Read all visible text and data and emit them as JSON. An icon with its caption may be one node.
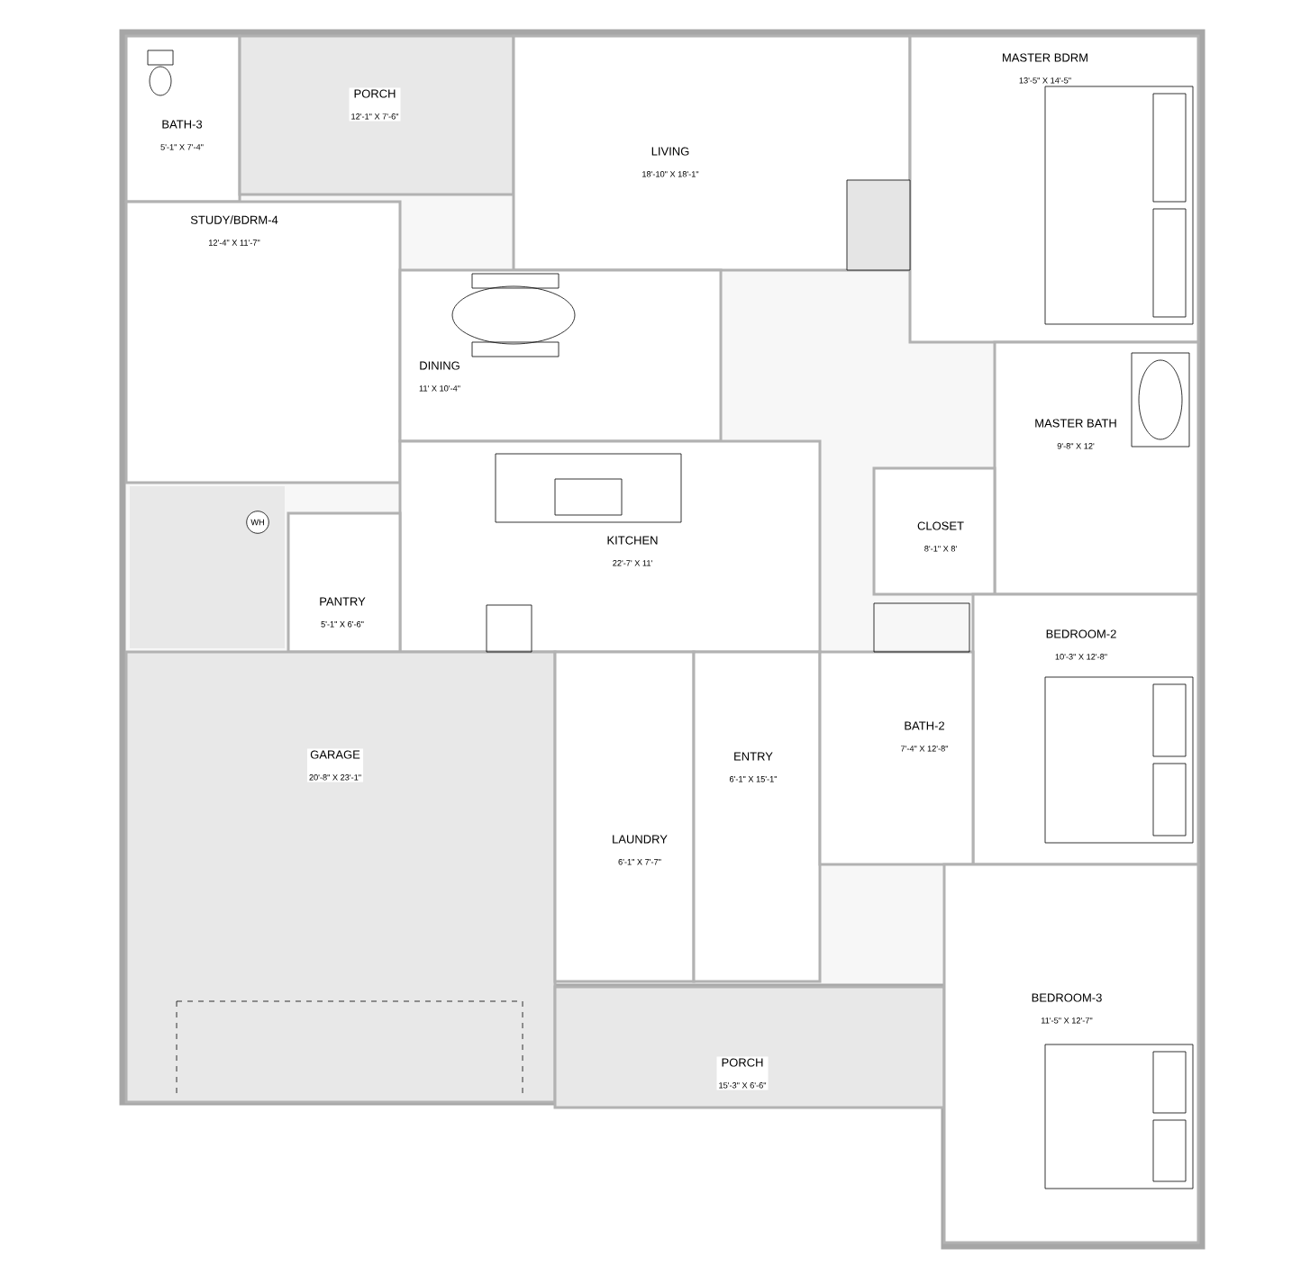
{
  "diagram": {
    "nodes": [
      {
        "text": [
          "BATH-3",
          "5'-1\" X 7'-4\""
        ]
      },
      {
        "text": [
          "PORCH",
          "12'-1\" X 7'-6\""
        ]
      },
      {
        "text": [
          "STUDY/BDRM-4",
          "12'-4\" X 11'-7\""
        ]
      },
      {
        "text": [
          "LIVING",
          "18'-10\" X 18'-1\""
        ]
      },
      {
        "text": [
          "MASTER BDRM",
          "13'-5\" X 14'-5\""
        ]
      },
      {
        "text": [
          "DINING",
          "11' X 10'-4\""
        ]
      },
      {
        "text": [
          "WH"
        ]
      },
      {
        "text": [
          "KITCHEN",
          "22'-7' X 11'"
        ]
      },
      {
        "text": [
          "PANTRY",
          "5'-1\" X 6'-6\""
        ]
      },
      {
        "text": [
          "MASTER BATH",
          "9'-8\" X 12'"
        ]
      },
      {
        "text": [
          "CLOSET",
          "8'-1\" X 8'"
        ]
      },
      {
        "text": [
          "BEDROOM-2",
          "10'-3\" X 12'-8\""
        ]
      },
      {
        "text": [
          "GARAGE",
          "20'-8\" X 23'-1\""
        ]
      },
      {
        "text": [
          "LAUNDRY",
          "6'-1\" X 7'-7\""
        ]
      },
      {
        "text": [
          "ENTRY",
          "6'-1\" X 15'-1\""
        ]
      },
      {
        "text": [
          "BATH-2",
          "7'-4\" X 12'-8\""
        ]
      },
      {
        "text": [
          "PORCH",
          "15'-3\" X 6'-6\""
        ]
      },
      {
        "text": [
          "BEDROOM-3",
          "11'-5\" X 12'-7\""
        ]
      }
    ]
  }
}
